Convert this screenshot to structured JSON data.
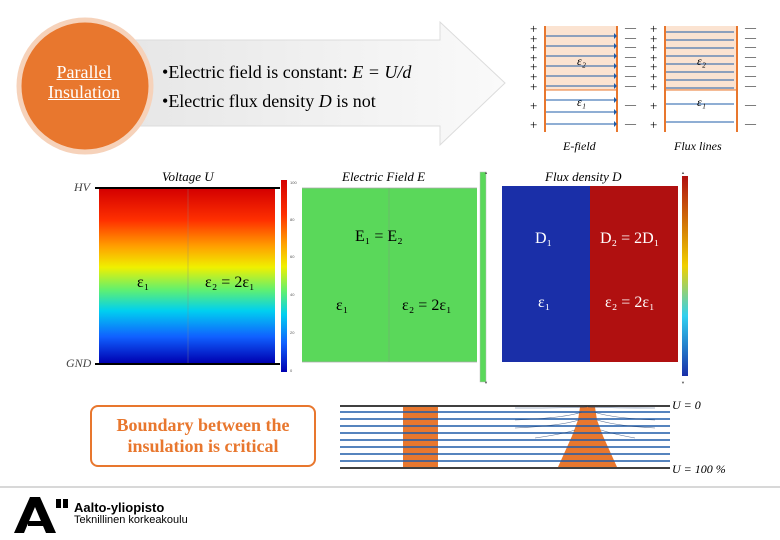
{
  "topic": {
    "title": "Parallel Insulation",
    "bullet1_pre": "Electric field is constant: ",
    "bullet1_eq": "E = U/d",
    "bullet2_pre": "Electric flux density ",
    "bullet2_var": "D",
    "bullet2_post": " is not",
    "bullet_char": "•"
  },
  "capacitor_diagrams": {
    "efield_caption": "E-field",
    "flux_caption": "Flux lines",
    "eps2": "ε₂",
    "eps1": "ε₁",
    "plus": "+",
    "minus": "—"
  },
  "plots": {
    "voltage_title": "Voltage U",
    "efield_title": "Electric Field E",
    "flux_title": "Flux density D",
    "hv_label": "HV",
    "gnd_label": "GND",
    "voltage_eps1": "ε₁",
    "voltage_eps2": "ε₂ = 2ε₁",
    "efield_equation": "E₁  =  E₂",
    "efield_eps1": "ε₁",
    "efield_eps2": "ε₂ = 2ε₁",
    "flux_d1": "D₁",
    "flux_d2": "D₂ = 2D₁",
    "flux_eps1": "ε₁",
    "flux_eps2": "ε₂ = 2ε₁",
    "colors": {
      "efield_green": "#5ad85a",
      "flux_blue": "#1a2fa8",
      "flux_red": "#b01010"
    }
  },
  "boundary_note": "Boundary between the insulation is critical",
  "field_lines": {
    "top_label": "U = 0",
    "bottom_label": "U = 100 %"
  },
  "logo": {
    "line1": "Aalto-yliopisto",
    "line2": "Teknillinen korkeakoulu"
  },
  "accent_color": "#e8772e"
}
